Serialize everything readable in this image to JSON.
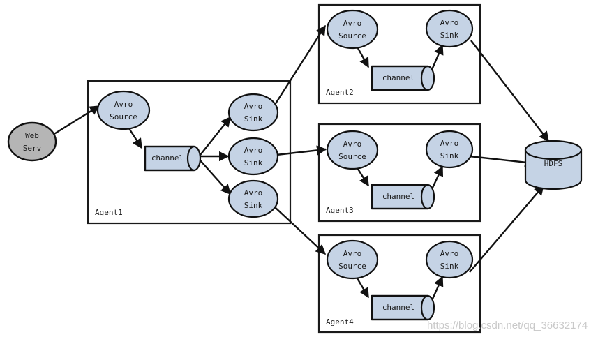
{
  "diagram": {
    "title": "Flume multi-agent fan-in topology",
    "colors": {
      "node_fill": "#c5d3e5",
      "web_fill": "#b5b5b5",
      "stroke": "#111111",
      "box_fill": "#ffffff",
      "watermark": "#c9c9c9"
    },
    "source_node": {
      "label_line1": "Web",
      "label_line2": "Serv"
    },
    "sink_store": {
      "label": "HDFS"
    },
    "watermark": "https://blog.csdn.net/qq_36632174",
    "agents": [
      {
        "id": "agent1",
        "label": "Agent1",
        "source": {
          "line1": "Avro",
          "line2": "Source"
        },
        "channel": {
          "label": "channel"
        },
        "sinks": [
          {
            "line1": "Avro",
            "line2": "Sink"
          },
          {
            "line1": "Avro",
            "line2": "Sink"
          },
          {
            "line1": "Avro",
            "line2": "Sink"
          }
        ]
      },
      {
        "id": "agent2",
        "label": "Agent2",
        "source": {
          "line1": "Avro",
          "line2": "Source"
        },
        "channel": {
          "label": "channel"
        },
        "sinks": [
          {
            "line1": "Avro",
            "line2": "Sink"
          }
        ]
      },
      {
        "id": "agent3",
        "label": "Agent3",
        "source": {
          "line1": "Avro",
          "line2": "Source"
        },
        "channel": {
          "label": "channel"
        },
        "sinks": [
          {
            "line1": "Avro",
            "line2": "Sink"
          }
        ]
      },
      {
        "id": "agent4",
        "label": "Agent4",
        "source": {
          "line1": "Avro",
          "line2": "Source"
        },
        "channel": {
          "label": "channel"
        },
        "sinks": [
          {
            "line1": "Avro",
            "line2": "Sink"
          }
        ]
      }
    ]
  }
}
